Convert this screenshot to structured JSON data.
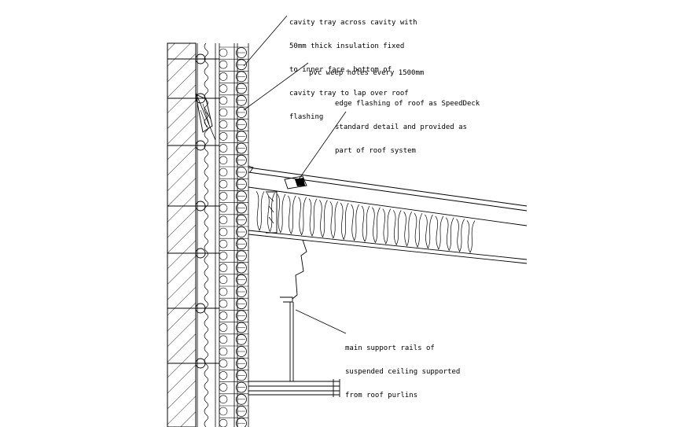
{
  "annotations": {
    "cavity_tray": [
      "cavity tray across cavity with",
      "50mm thick insulation fixed",
      "to inner face. bottom of",
      "cavity tray to lap over roof",
      "flashing"
    ],
    "weep_holes": [
      "pvc weep holes every 1500mm"
    ],
    "edge_flashing": [
      "edge flashing of roof as SpeedDeck",
      "standard detail and provided as",
      "part of roof system"
    ],
    "support_rails": [
      "main support rails of",
      "suspended ceiling supported",
      "from roof purlins"
    ]
  },
  "colors": {
    "line": "#000000",
    "background": "#ffffff"
  }
}
